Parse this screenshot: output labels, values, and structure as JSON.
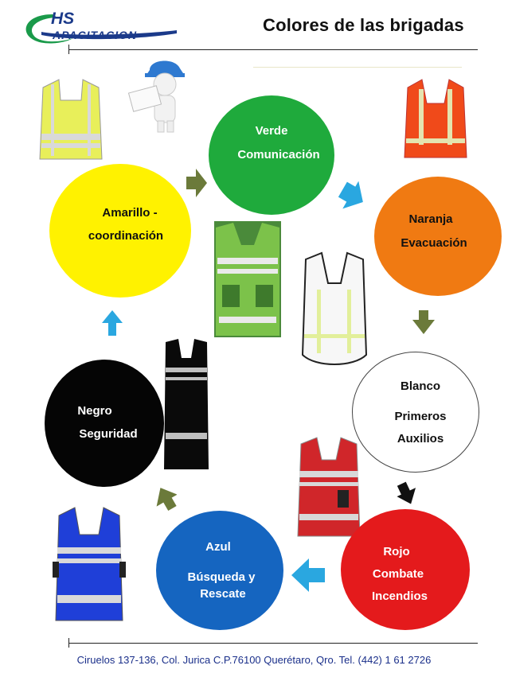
{
  "header": {
    "logo_line1": "HS",
    "logo_line2": "APACITACION",
    "title": "Colores de las brigadas"
  },
  "brigades": {
    "verde": {
      "color_name": "Verde",
      "role": "Comunicación",
      "fill": "#1faa3c",
      "text_color": "#ffffff"
    },
    "naranja": {
      "color_name": "Naranja",
      "role": "Evacuación",
      "fill": "#f07a12",
      "text_color": "#111111"
    },
    "blanco": {
      "color_name": "Blanco",
      "role_line1": "Primeros",
      "role_line2": "Auxilios",
      "fill": "#ffffff",
      "text_color": "#111111"
    },
    "rojo": {
      "color_name": "Rojo",
      "role_line1": "Combate",
      "role_line2": "Incendios",
      "fill": "#e41a1c",
      "text_color": "#ffffff"
    },
    "azul": {
      "color_name": "Azul",
      "role_line1": "Búsqueda y",
      "role_line2": "Rescate",
      "fill": "#1565c0",
      "text_color": "#ffffff"
    },
    "negro": {
      "color_name": "Negro",
      "role": "Seguridad",
      "fill": "#050505",
      "text_color": "#ffffff"
    },
    "amarillo": {
      "color_name": "Amarillo -",
      "role": "coordinación",
      "fill": "#fff200",
      "text_color": "#111111"
    }
  },
  "arrow_colors": {
    "olive": "#6b7a3a",
    "cyan": "#2aa7e0",
    "black": "#111111"
  },
  "footer": {
    "address": "Ciruelos 137-136, Col. Jurica C.P.76100  Querétaro, Qro.  Tel. (442) 1 61 2726"
  }
}
